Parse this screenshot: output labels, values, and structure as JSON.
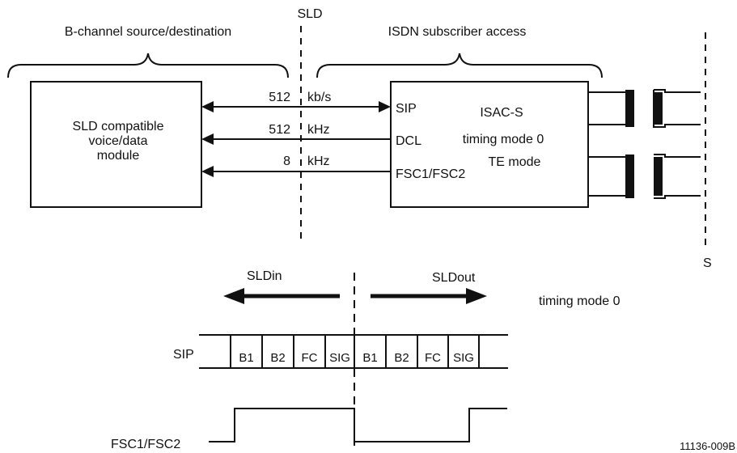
{
  "labels": {
    "sld_top": "SLD",
    "source_label": "B-channel source/destination",
    "isdn_label": "ISDN subscriber access",
    "module_line1": "SLD compatible",
    "module_line2": "voice/data",
    "module_line3": "module",
    "rate1_value": "512",
    "rate1_unit": "kb/s",
    "rate2_value": "512",
    "rate2_unit": "kHz",
    "rate3_value": "8",
    "rate3_unit": "kHz",
    "pin_sip": "SIP",
    "pin_dcl": "DCL",
    "pin_fsc": "FSC1/FSC2",
    "isac_line1": "ISAC-S",
    "isac_line2": "timing mode 0",
    "isac_line3": "TE mode",
    "s_label": "S",
    "sldin": "SLDin",
    "sldout": "SLDout",
    "timing_mode": "timing mode 0",
    "sip_row_label": "SIP",
    "fsc_row_label": "FSC1/FSC2",
    "figure_id": "11136-009B"
  },
  "sip_frame_slots": [
    "B1",
    "B2",
    "FC",
    "SIG",
    "B1",
    "B2",
    "FC",
    "SIG"
  ]
}
